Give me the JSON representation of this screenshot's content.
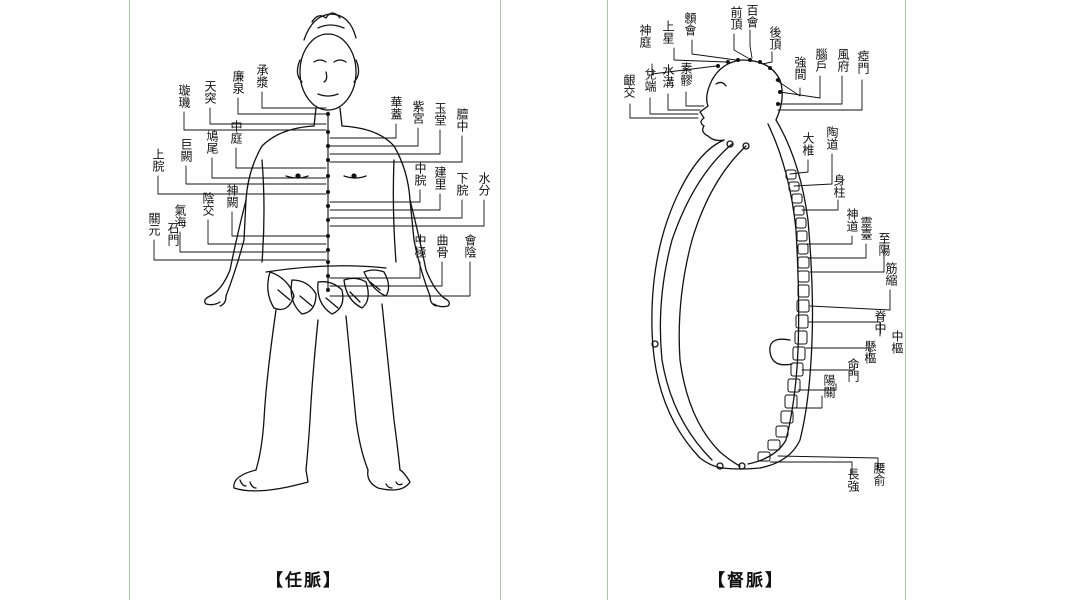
{
  "colors": {
    "frame": "#9fd29a",
    "ink": "#111111",
    "background": "#ffffff"
  },
  "left_panel": {
    "caption": "【任脈】",
    "labels": {
      "chengjiang": "承漿",
      "lianquan": "廉泉",
      "tiantu": "天突",
      "xuanji": "璇璣",
      "huagai": "華蓋",
      "zigong": "紫宮",
      "yutang": "玉堂",
      "tanzhong": "膻中",
      "zhongting": "中庭",
      "jiuwei": "鳩尾",
      "juque": "巨闕",
      "shangwan": "上脘",
      "zhongwan": "中脘",
      "jianli": "建里",
      "xiawan": "下脘",
      "shuifen": "水分",
      "shenque": "神闕",
      "yinjiao": "陰交",
      "qihai": "氣海",
      "shimen": "石門",
      "guanyuan": "關元",
      "zhongji": "中極",
      "qugu": "曲骨",
      "huiyin": "會陰"
    }
  },
  "right_panel": {
    "caption": "【督脈】",
    "labels": {
      "shenting": "神庭",
      "shangxing": "上星",
      "xinhui": "顖會",
      "qianding": "前頂",
      "baihui": "百會",
      "houding": "後頂",
      "qiangjian": "強間",
      "naohu": "腦戶",
      "fengfu": "風府",
      "yamen": "瘂門",
      "yinjiao": "齦交",
      "duiduan": "兌端",
      "shuigou": "水溝",
      "suliao": "素髎",
      "dazhui": "大椎",
      "taodao": "陶道",
      "shenzhu": "身柱",
      "shendao": "神道",
      "lingtai": "靈臺",
      "zhiyang": "至陽",
      "jinsuo": "筋縮",
      "zhongshu": "中樞",
      "jizhong": "脊中",
      "xuanshu": "懸樞",
      "mingmen": "命門",
      "yangguan": "陽關",
      "yaoshu": "腰俞",
      "changqiang": "長強"
    }
  }
}
